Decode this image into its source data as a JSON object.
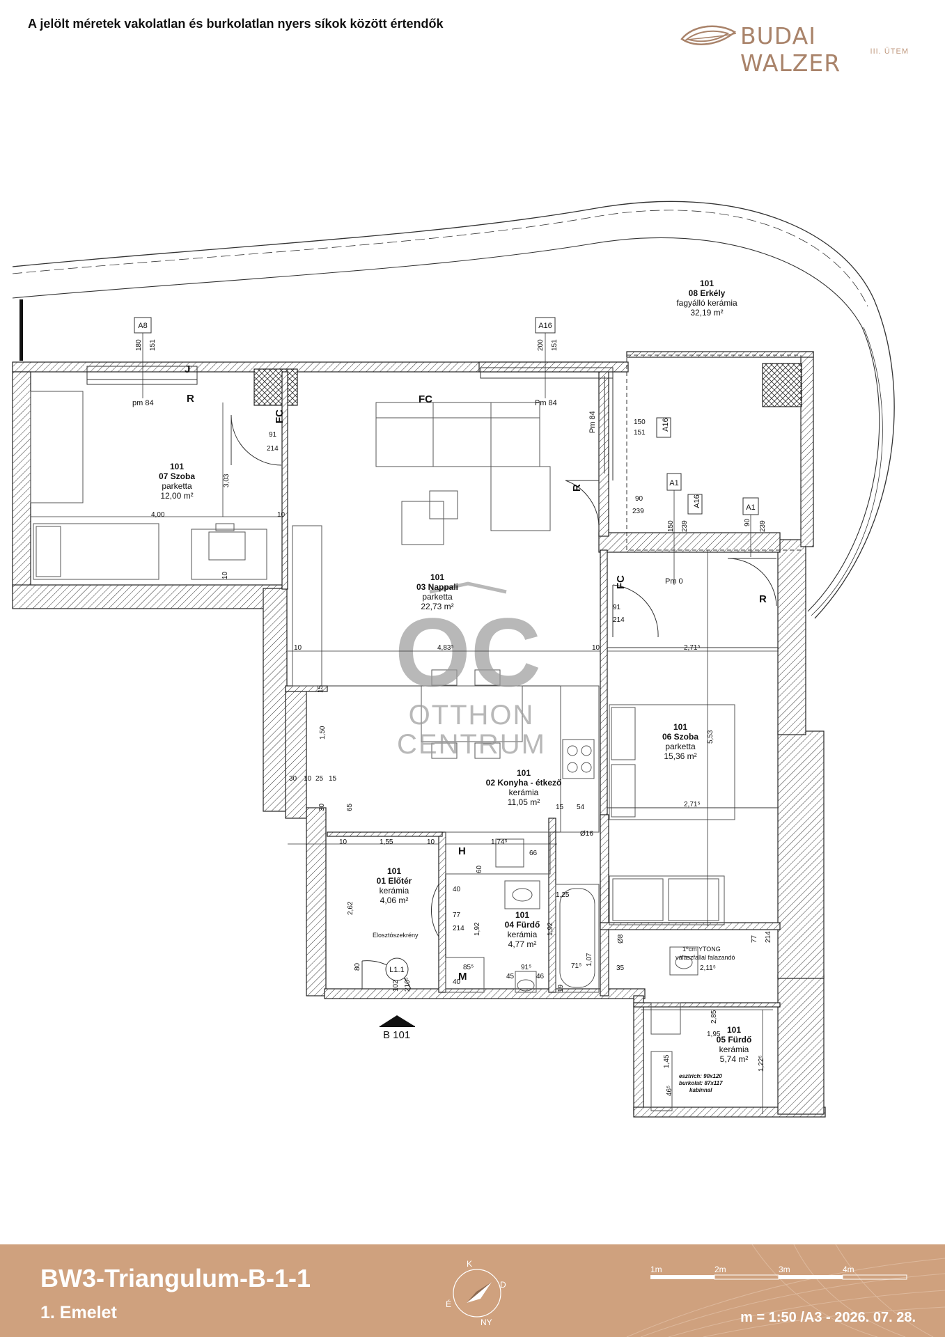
{
  "header": {
    "note": "A jelölt méretek vakolatlan és burkolatlan nyers síkok között értendők",
    "logo_name": "BUDAI WALZER",
    "logo_sub": "III. ÜTEM"
  },
  "watermark": {
    "letters": "OC",
    "line1": "OTTHON",
    "line2": "CENTRUM"
  },
  "rooms": [
    {
      "id": "101",
      "name": "08 Erkély",
      "floor": "fagyálló kerámia",
      "area": "32,19 m²"
    },
    {
      "id": "101",
      "name": "07 Szoba",
      "floor": "parketta",
      "area": "12,00 m²"
    },
    {
      "id": "101",
      "name": "03 Nappali",
      "floor": "parketta",
      "area": "22,73 m²"
    },
    {
      "id": "101",
      "name": "06 Szoba",
      "floor": "parketta",
      "area": "15,36 m²"
    },
    {
      "id": "101",
      "name": "02 Konyha - étkező",
      "floor": "kerámia",
      "area": "11,05 m²"
    },
    {
      "id": "101",
      "name": "01 Előtér",
      "floor": "kerámia",
      "area": "4,06 m²"
    },
    {
      "id": "101",
      "name": "04 Fürdő",
      "floor": "kerámia",
      "area": "4,77 m²"
    },
    {
      "id": "101",
      "name": "05 Fürdő",
      "floor": "kerámia",
      "area": "5,74 m²"
    }
  ],
  "tags": {
    "a8": "A8",
    "a16": "A16",
    "a1": "A1",
    "l11": "L1.1",
    "fc": "FC",
    "r": "R",
    "j": "J",
    "h": "H",
    "m": "M",
    "pm84": "pm 84",
    "pm84b": "Pm 84",
    "pm0": "Pm 0",
    "entrance": "B 101",
    "elosztoszekreny": "Elosztószekrény",
    "ytong1": "1⁰cm YTONG",
    "ytong2": "válaszfallal falazandó",
    "shower1": "esztrich: 90x120",
    "shower2": "burkolat: 87x117",
    "shower3": "kabinnal"
  },
  "dims": {
    "d180": "180",
    "d151": "151",
    "d200": "200",
    "d214": "214",
    "d91": "91",
    "d150": "150",
    "d90": "90",
    "d239": "239",
    "d400": "4,00",
    "d10": "10",
    "d303": "3,03",
    "d483": "4,83⁵",
    "d271": "2,71⁵",
    "d553": "5,53",
    "d150b": "1,50",
    "d30": "30",
    "d25": "25",
    "d15": "15",
    "d65": "65",
    "d155": "1,55",
    "d174": "1,74⁵",
    "d60": "60",
    "d66": "66",
    "d54": "54",
    "d016": "Ø16",
    "d40": "40",
    "d77": "77",
    "d192": "1,92",
    "d125": "1,25",
    "d262": "2,62",
    "d80": "80",
    "d102": "102",
    "d210": "210⁵",
    "d853": "85⁵",
    "d45": "45",
    "d46": "46",
    "d915": "91⁵",
    "d71": "71⁵",
    "d107": "1,07",
    "d19": "19",
    "d35": "35",
    "d08": "Ø8",
    "d211": "2,11⁵",
    "d195": "1,95",
    "d285": "2,85",
    "d145": "1,45",
    "d122": "1,22⁵",
    "d46b": "46⁵"
  },
  "footer": {
    "title": "BW3-Triangulum-B-1-1",
    "floor": "1. Emelet",
    "scale_text": "m = 1:50 /A3 - 2026. 07. 28.",
    "scale_labels": [
      "1m",
      "2m",
      "3m",
      "4m"
    ],
    "compass": {
      "n": "K",
      "e": "D",
      "s": "NY",
      "w": "É"
    }
  },
  "colors": {
    "footer_bg": "#cfa17e",
    "brand": "#a9836a",
    "line": "#222222"
  }
}
